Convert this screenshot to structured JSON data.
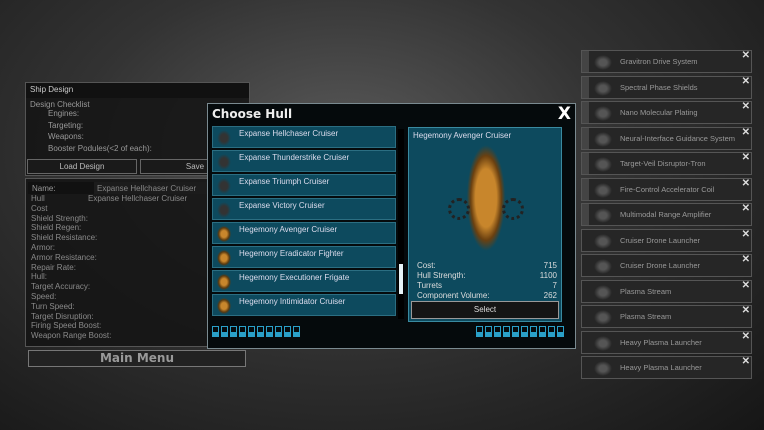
{
  "ship_design": {
    "title": "Ship Design",
    "checklist_title": "Design Checklist",
    "checklist": [
      "Engines:",
      "Targeting:",
      "Weapons:",
      "Booster Podules(<2 of each):"
    ],
    "load_label": "Load Design",
    "save_label": "Save",
    "name_label": "Name:",
    "name_value": "Expanse Hellchaser Cruiser",
    "hull_label": "Hull",
    "hull_value": "Expanse Hellchaser Cruiser",
    "stats": [
      "Cost",
      "Shield Strength:",
      "Shield Regen:",
      "Shield Resistance:",
      "Armor:",
      "Armor Resistance:",
      "Repair Rate:",
      "Hull:",
      "Target Accuracy:",
      "Speed:",
      "Turn Speed:",
      "Target Disruption:",
      "Firing Speed Boost:",
      "Weapon Range Boost:"
    ],
    "main_menu_label": "Main Menu"
  },
  "modal": {
    "title": "Choose Hull",
    "close_label": "X",
    "hulls": [
      {
        "name": "Expanse Hellchaser Cruiser",
        "faction": "dark"
      },
      {
        "name": "Expanse Thunderstrike Cruiser",
        "faction": "dark"
      },
      {
        "name": "Expanse Triumph Cruiser",
        "faction": "dark"
      },
      {
        "name": "Expanse Victory Cruiser",
        "faction": "dark"
      },
      {
        "name": "Hegemony Avenger Cruiser",
        "faction": "gold"
      },
      {
        "name": "Hegemony Eradicator Fighter",
        "faction": "gold"
      },
      {
        "name": "Hegemony Executioner Frigate",
        "faction": "gold"
      },
      {
        "name": "Hegemony Intimidator Cruiser",
        "faction": "gold"
      }
    ],
    "detail": {
      "name": "Hegemony Avenger Cruiser",
      "stats": [
        {
          "label": "Cost:",
          "value": "715"
        },
        {
          "label": "Hull Strength:",
          "value": "1100"
        },
        {
          "label": "Turrets",
          "value": "7"
        },
        {
          "label": "Component Volume:",
          "value": "262"
        }
      ],
      "select_label": "Select"
    }
  },
  "components": [
    "Gravitron Drive System",
    "Spectral Phase Shields",
    "Nano Molecular Plating",
    "Neural-Interface Guidance System",
    "Target-Veil Disruptor-Tron",
    "Fire-Control Accelerator Coil",
    "Multimodal Range Amplifier",
    "Cruiser Drone Launcher",
    "Cruiser Drone Launcher",
    "Plasma Stream",
    "Plasma Stream",
    "Heavy Plasma Launcher",
    "Heavy Plasma Launcher"
  ],
  "remove_label": "✕",
  "colors": {
    "accent": "#2aa0c8",
    "panel_teal": "#0d4a5e",
    "ship_gold": "#c8862c"
  }
}
